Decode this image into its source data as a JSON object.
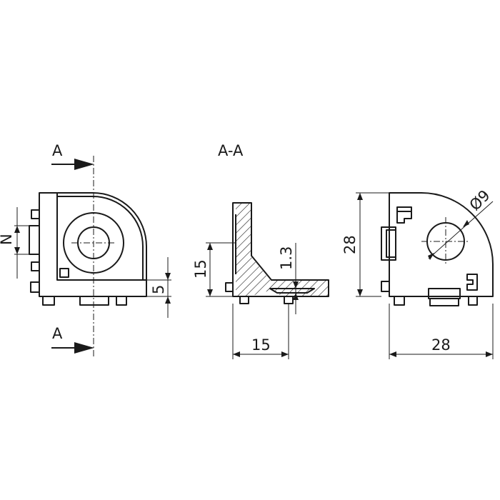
{
  "section_label_top": "A",
  "section_label_bottom": "A",
  "section_title": "A-A",
  "dim_N": "N",
  "dim_5": "5",
  "dim_15_vertical": "15",
  "dim_1_3": "1.3",
  "dim_15_horizontal": "15",
  "dim_28_vertical": "28",
  "dim_28_horizontal": "28",
  "dim_diameter_9": "Ø9",
  "colors": {
    "line": "#1a1a1a",
    "background": "#ffffff"
  }
}
